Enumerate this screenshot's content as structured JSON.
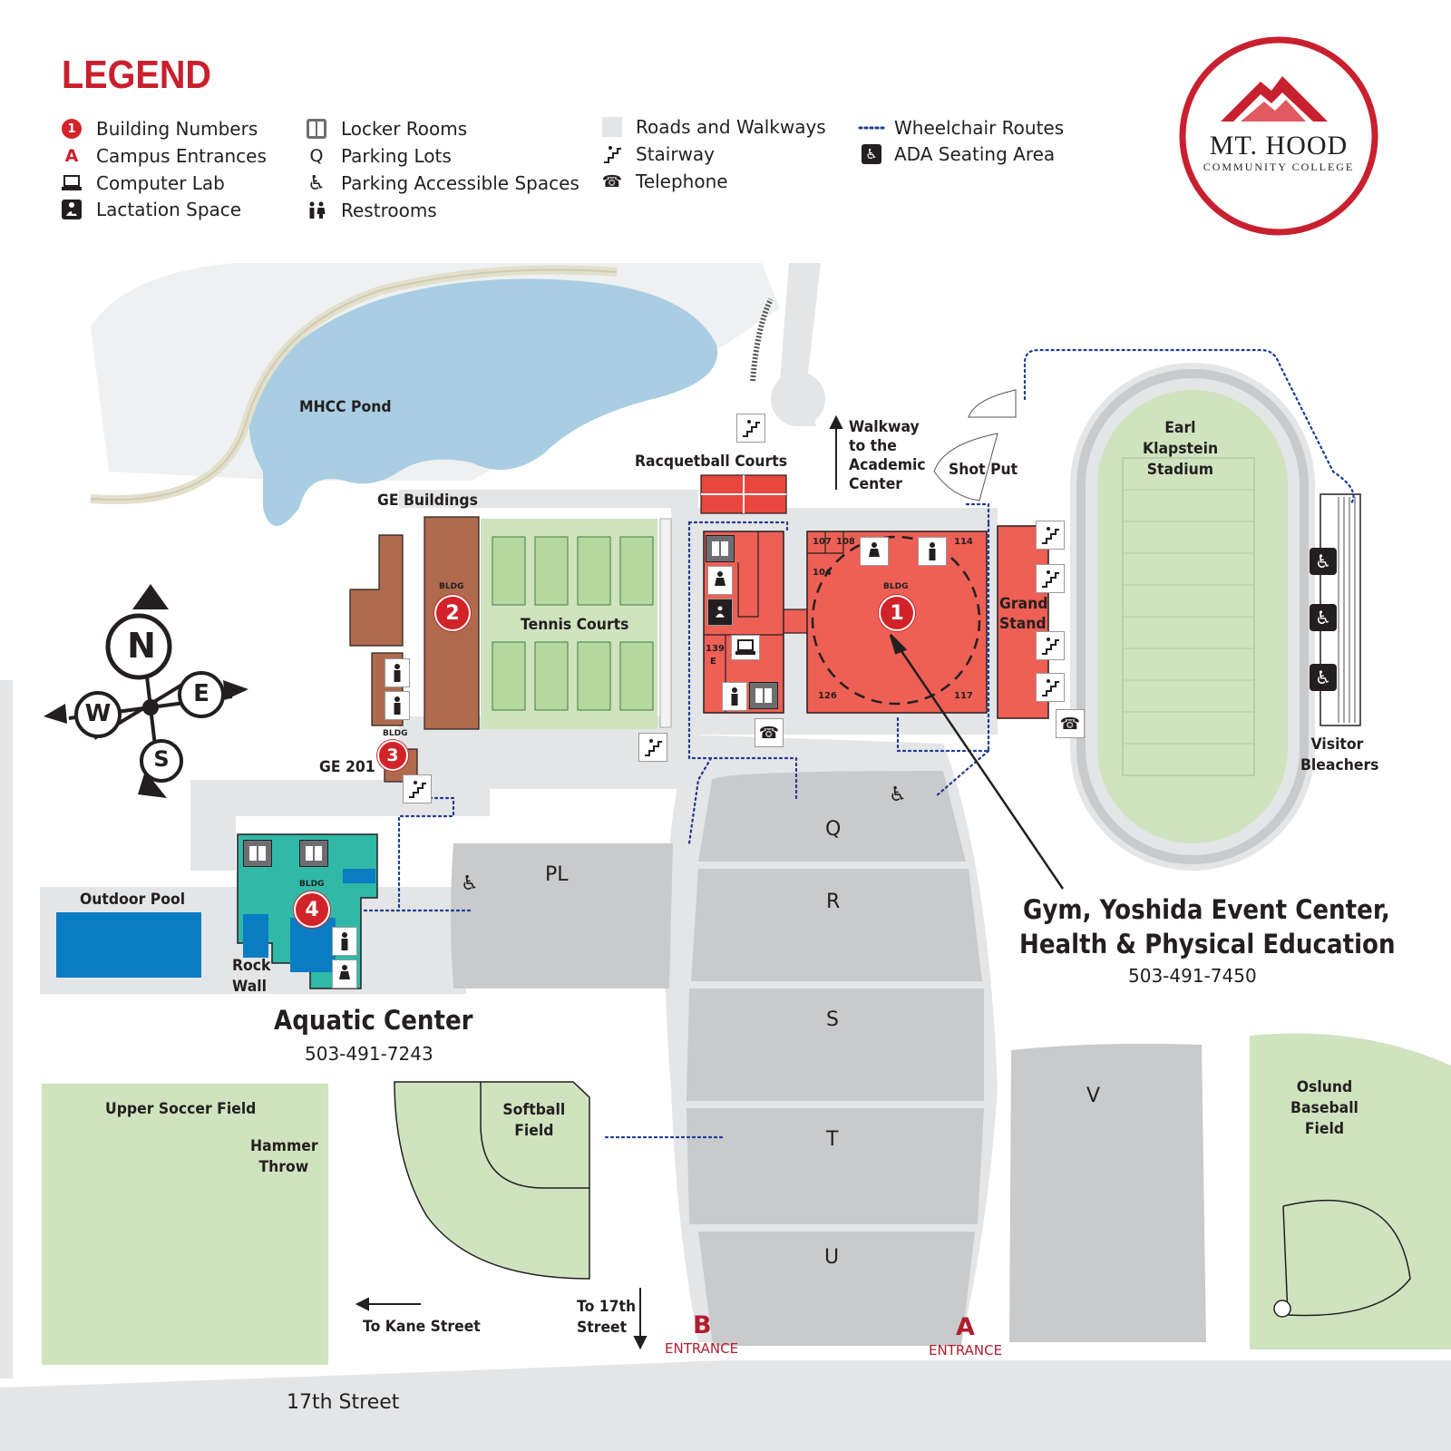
{
  "legend": {
    "title": "LEGEND",
    "items": [
      {
        "symbol": "1",
        "label": "Building Numbers"
      },
      {
        "symbol": "A",
        "label": "Campus Entrances"
      },
      {
        "symbol": "laptop-icon",
        "label": "Computer Lab"
      },
      {
        "symbol": "lactation-icon",
        "label": "Lactation Space"
      },
      {
        "symbol": "locker-icon",
        "label": "Locker Rooms"
      },
      {
        "symbol": "Q",
        "label": "Parking Lots"
      },
      {
        "symbol": "wheelchair-icon",
        "label": "Parking Accessible Spaces"
      },
      {
        "symbol": "restroom-icon",
        "label": "Restrooms"
      },
      {
        "symbol": "road-swatch",
        "label": "Roads and Walkways"
      },
      {
        "symbol": "stairway-icon",
        "label": "Stairway"
      },
      {
        "symbol": "telephone-icon",
        "label": "Telephone"
      },
      {
        "symbol": "dotted-line",
        "label": "Wheelchair Routes"
      },
      {
        "symbol": "ada-seating-icon",
        "label": "ADA Seating Area"
      }
    ]
  },
  "logo": {
    "line1": "MT. HOOD",
    "line2": "COMMUNITY COLLEGE"
  },
  "compass": {
    "n": "N",
    "e": "E",
    "s": "S",
    "w": "W"
  },
  "places": {
    "pond": "MHCC Pond",
    "ge_buildings": "GE Buildings",
    "tennis": "Tennis Courts",
    "racquetball": "Racquetball Courts",
    "walkway_line1": "Walkway",
    "walkway_line2": "to the",
    "walkway_line3": "Academic",
    "walkway_line4": "Center",
    "shot_put": "Shot Put",
    "stadium_line1": "Earl",
    "stadium_line2": "Klapstein",
    "stadium_line3": "Stadium",
    "grandstand_line1": "Grand",
    "grandstand_line2": "Stand",
    "visitor_line1": "Visitor",
    "visitor_line2": "Bleachers",
    "ge201": "GE 201",
    "outdoor_pool": "Outdoor Pool",
    "rock_line1": "Rock",
    "rock_line2": "Wall",
    "upper_soccer": "Upper Soccer Field",
    "hammer_line1": "Hammer",
    "hammer_line2": "Throw",
    "softball_line1": "Softball",
    "softball_line2": "Field",
    "oslund_line1": "Oslund",
    "oslund_line2": "Baseball",
    "oslund_line3": "Field",
    "kane": "To Kane Street",
    "to17_line1": "To 17th",
    "to17_line2": "Street",
    "street": "17th Street"
  },
  "buildings": {
    "bldg_label": "BLDG",
    "b1": "1",
    "b2": "2",
    "b3": "3",
    "b4": "4",
    "rooms": [
      "107",
      "108",
      "114",
      "104",
      "126",
      "117",
      "139",
      "E"
    ]
  },
  "lots": [
    "Q",
    "R",
    "S",
    "T",
    "U",
    "V",
    "PL"
  ],
  "callouts": {
    "gym_line1": "Gym, Yoshida Event Center,",
    "gym_line2": "Health & Physical Education",
    "gym_phone": "503-491-7450",
    "aquatic": "Aquatic Center",
    "aquatic_phone": "503-491-7243"
  },
  "entrances": {
    "a_letter": "A",
    "b_letter": "B",
    "word": "ENTRANCE"
  },
  "colors": {
    "brand_red": "#c8202f",
    "building_red": "#ee6055",
    "ge_brown": "#b06a4e",
    "aquatic_teal": "#2fb9a6",
    "pool_blue": "#0a7cc4",
    "pond_blue": "#a9cde2",
    "field_green": "#cfe3bf",
    "road_gray": "#e4e5e6",
    "lot_gray": "#c9cacc"
  }
}
